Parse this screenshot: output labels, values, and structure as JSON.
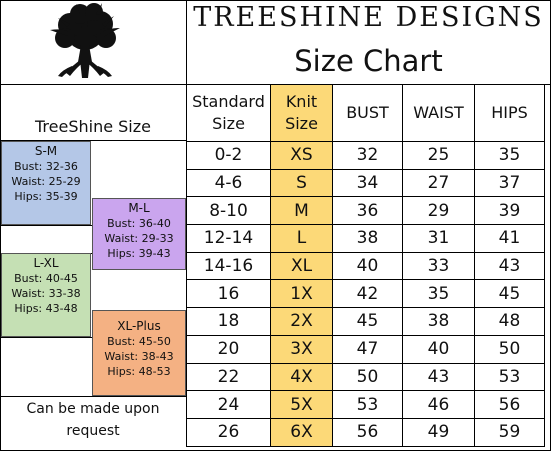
{
  "header": {
    "brand": "TREESHINE DESIGNS",
    "title": "Size Chart",
    "left_label": "TreeShine Size"
  },
  "colors": {
    "knit": "#fcd978",
    "sm": "#b4c7e7",
    "ml": "#caa5ee",
    "lxl": "#c5e0b4",
    "xlplus": "#f4b183"
  },
  "columns": [
    {
      "line1": "Standard",
      "line2": "Size"
    },
    {
      "line1": "Knit",
      "line2": "Size"
    },
    {
      "line1": "BUST",
      "line2": ""
    },
    {
      "line1": "WAIST",
      "line2": ""
    },
    {
      "line1": "HIPS",
      "line2": ""
    }
  ],
  "rows": [
    [
      "0-2",
      "XS",
      "32",
      "25",
      "35"
    ],
    [
      "4-6",
      "S",
      "34",
      "27",
      "37"
    ],
    [
      "8-10",
      "M",
      "36",
      "29",
      "39"
    ],
    [
      "12-14",
      "L",
      "38",
      "31",
      "41"
    ],
    [
      "14-16",
      "XL",
      "40",
      "33",
      "43"
    ],
    [
      "16",
      "1X",
      "42",
      "35",
      "45"
    ],
    [
      "18",
      "2X",
      "45",
      "38",
      "48"
    ],
    [
      "20",
      "3X",
      "47",
      "40",
      "50"
    ],
    [
      "22",
      "4X",
      "50",
      "43",
      "53"
    ],
    [
      "24",
      "5X",
      "53",
      "46",
      "56"
    ],
    [
      "26",
      "6X",
      "56",
      "49",
      "59"
    ]
  ],
  "treeshine_sizes": {
    "sm": {
      "title": "S-M",
      "bust": "Bust: 32-36",
      "waist": "Waist: 25-29",
      "hips": "Hips: 35-39"
    },
    "ml": {
      "title": "M-L",
      "bust": "Bust: 36-40",
      "waist": "Waist: 29-33",
      "hips": "Hips: 39-43"
    },
    "lxl": {
      "title": "L-XL",
      "bust": "Bust: 40-45",
      "waist": "Waist: 33-38",
      "hips": "Hips: 43-48"
    },
    "xlplus": {
      "title": "XL-Plus",
      "bust": "Bust: 45-50",
      "waist": "Waist: 38-43",
      "hips": "Hips: 48-53"
    }
  },
  "request_note": "Can be made upon request"
}
